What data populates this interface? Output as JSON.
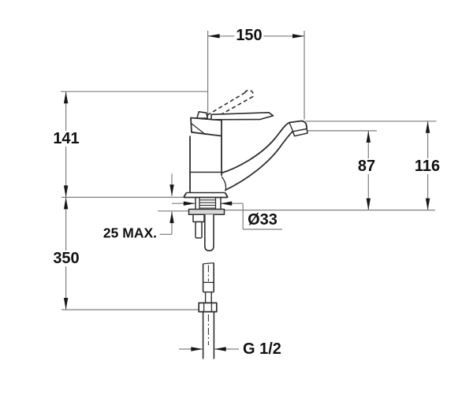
{
  "drawing": {
    "kind": "technical dimension drawing",
    "subject": "single-lever sink mixer tap, side view",
    "units": "mm",
    "background_color": "#ffffff",
    "dimension_line_color": "#7d7d7d",
    "object_line_color": "#2e2e2e",
    "text_color": "#111111"
  },
  "labels": {
    "spout_reach": "150",
    "height_above_deck": "141",
    "spout_outlet_height": "87",
    "spout_top_height": "116",
    "max_deck_thickness": "25 MAX.",
    "below_deck_length": "350",
    "shank_diameter": "Ø33",
    "connection_thread": "G 1/2"
  }
}
